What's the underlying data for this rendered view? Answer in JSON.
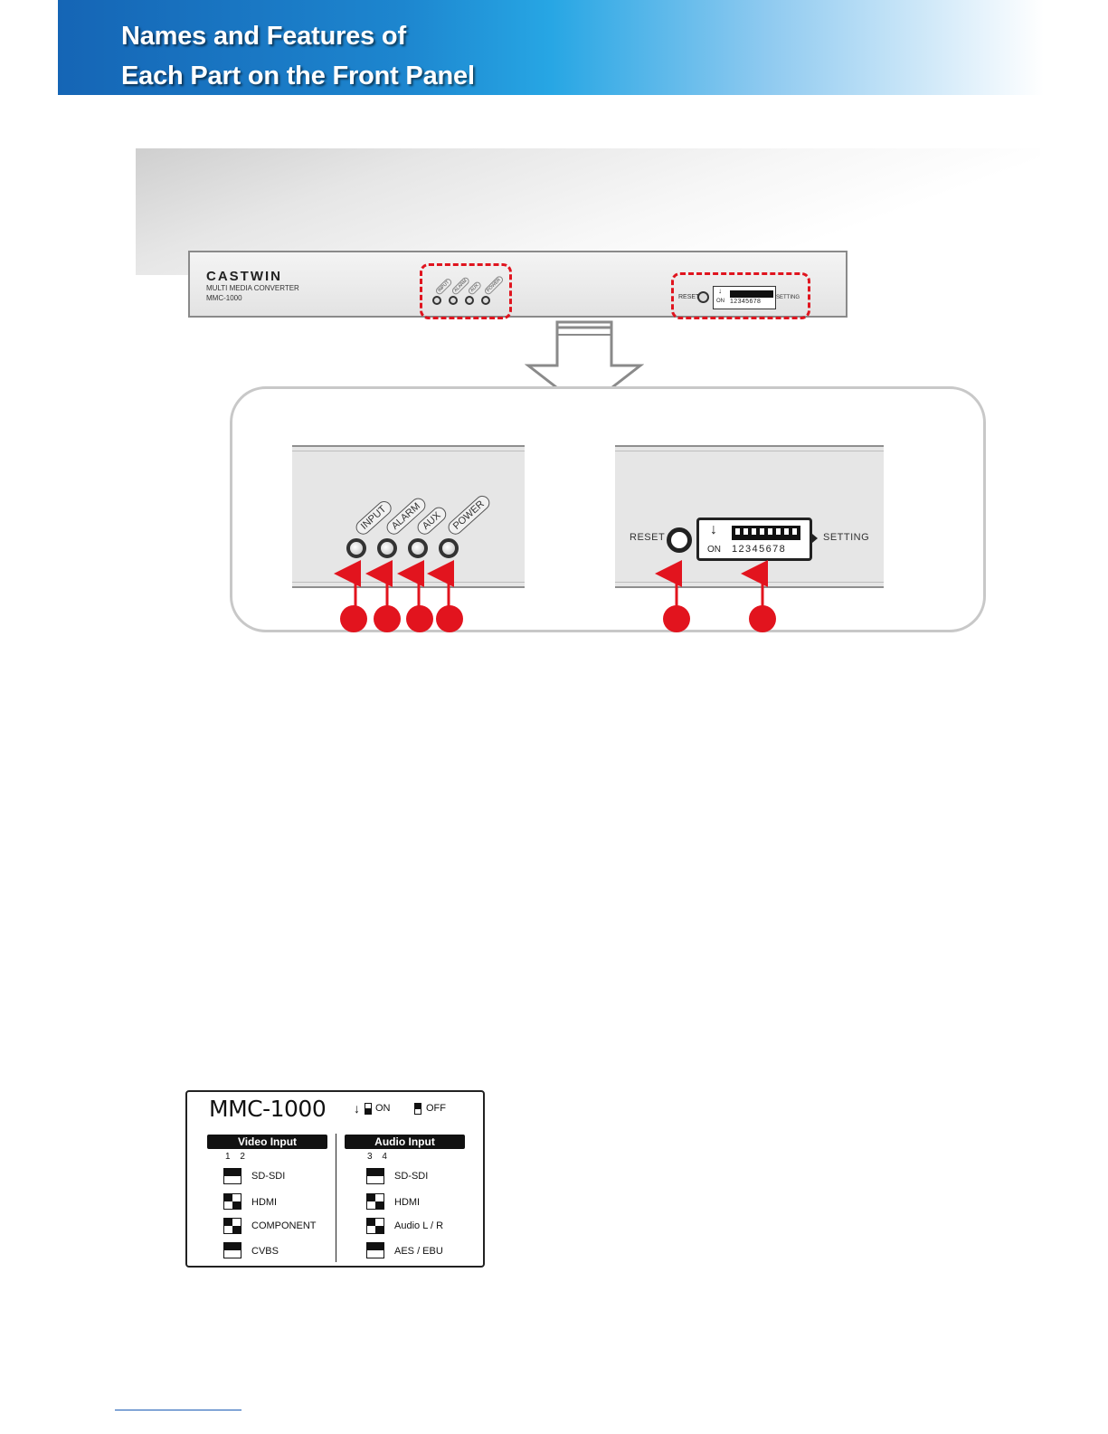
{
  "header": {
    "title_line1": "Names and Features of",
    "title_line2": "Each Part on the Front Panel"
  },
  "device": {
    "brand": "CASTWIN",
    "line1": "MULTI MEDIA CONVERTER",
    "line2": "MMC-1000",
    "leds": [
      "INPUT",
      "ALARM",
      "AUX",
      "POWER"
    ],
    "reset_label": "RESET",
    "setting_label": "SETTING",
    "dip_on_label": "ON",
    "dip_numbers": "12345678",
    "dip_arrow": "↓"
  },
  "zoom": {
    "leds": [
      "INPUT",
      "ALARM",
      "AUX",
      "POWER"
    ],
    "reset_label": "RESET",
    "setting_label": "SETTING",
    "dip_on_label": "ON",
    "dip_numbers": "12345678",
    "dip_arrow": "↓"
  },
  "colors": {
    "header_blue": "#1565b5",
    "callout_red": "#e2141e",
    "dash_red": "#e0141e"
  },
  "legend": {
    "title": "MMC-1000",
    "key_arrow": "↓",
    "key_on": "ON",
    "key_off": "OFF",
    "video": {
      "heading": "Video Input",
      "switch_numbers": "1 2",
      "rows": [
        "SD-SDI",
        "HDMI",
        "COMPONENT",
        "CVBS"
      ]
    },
    "audio": {
      "heading": "Audio Input",
      "switch_numbers": "3 4",
      "rows": [
        "SD-SDI",
        "HDMI",
        "Audio L / R",
        "AES / EBU"
      ]
    }
  }
}
